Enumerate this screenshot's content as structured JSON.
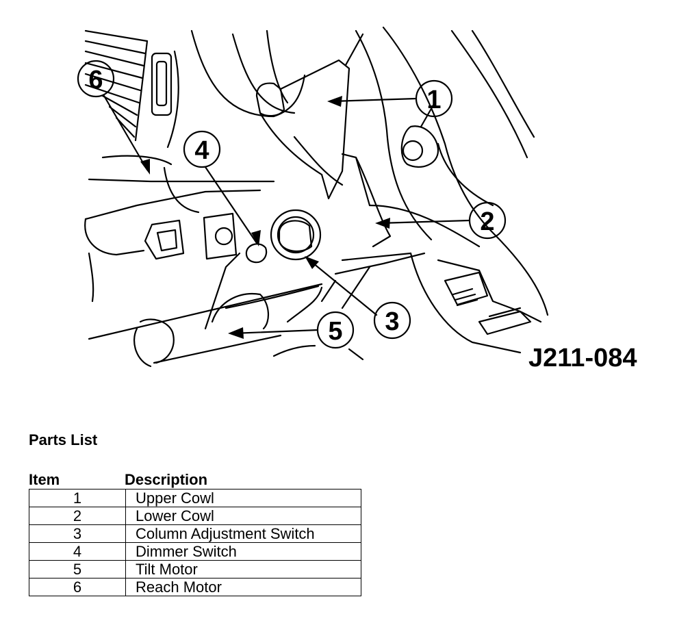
{
  "figure_code": "J211-084",
  "callouts": [
    "1",
    "2",
    "3",
    "4",
    "5",
    "6"
  ],
  "parts_list": {
    "title": "Parts List",
    "headers": {
      "item": "Item",
      "description": "Description"
    },
    "rows": [
      {
        "item": "1",
        "description": "Upper Cowl"
      },
      {
        "item": "2",
        "description": "Lower Cowl"
      },
      {
        "item": "3",
        "description": "Column Adjustment Switch"
      },
      {
        "item": "4",
        "description": "Dimmer Switch"
      },
      {
        "item": "5",
        "description": "Tilt Motor"
      },
      {
        "item": "6",
        "description": "Reach Motor"
      }
    ]
  }
}
